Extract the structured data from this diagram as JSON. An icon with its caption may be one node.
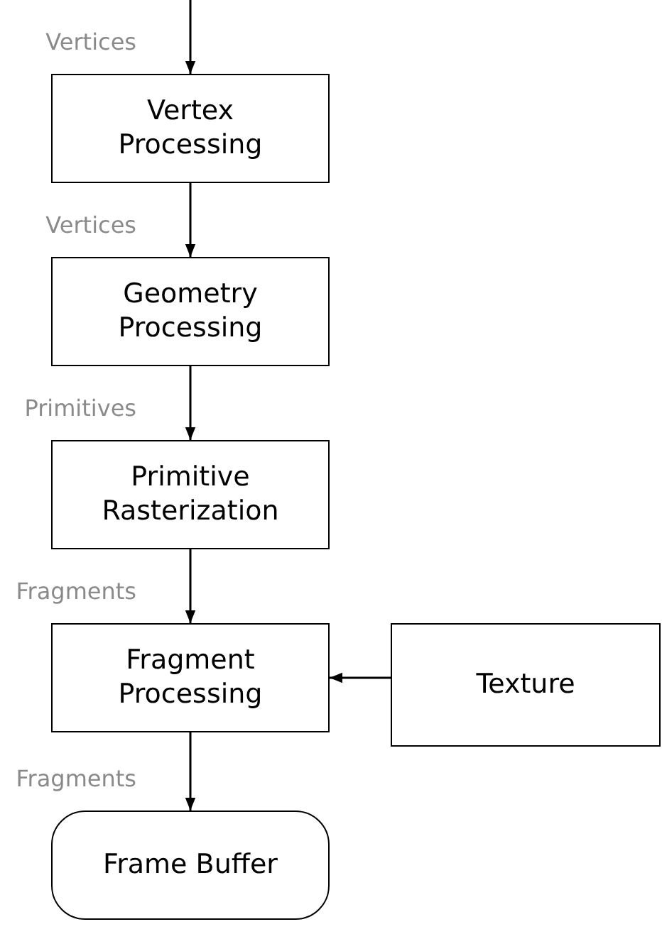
{
  "diagram": {
    "nodes": [
      {
        "text": [
          "Vertex Processing"
        ]
      },
      {
        "text": [
          "Geometry Processing"
        ]
      },
      {
        "text": [
          "Primitive Rasterization"
        ]
      },
      {
        "text": [
          "Fragment Processing"
        ]
      },
      {
        "text": [
          "Frame Buffer"
        ]
      },
      {
        "text": [
          "Texture"
        ]
      }
    ],
    "edges": [
      {
        "from": null,
        "to": 0,
        "arrow": "to",
        "label": "Vertices"
      },
      {
        "from": 0,
        "to": 1,
        "arrow": "to",
        "label": "Vertices"
      },
      {
        "from": 1,
        "to": 2,
        "arrow": "to",
        "label": "Primitives"
      },
      {
        "from": 2,
        "to": 3,
        "arrow": "to",
        "label": "Fragments"
      },
      {
        "from": 3,
        "to": 4,
        "arrow": "to",
        "label": "Fragments"
      },
      {
        "from": 5,
        "to": 3,
        "arrow": "to"
      }
    ]
  }
}
